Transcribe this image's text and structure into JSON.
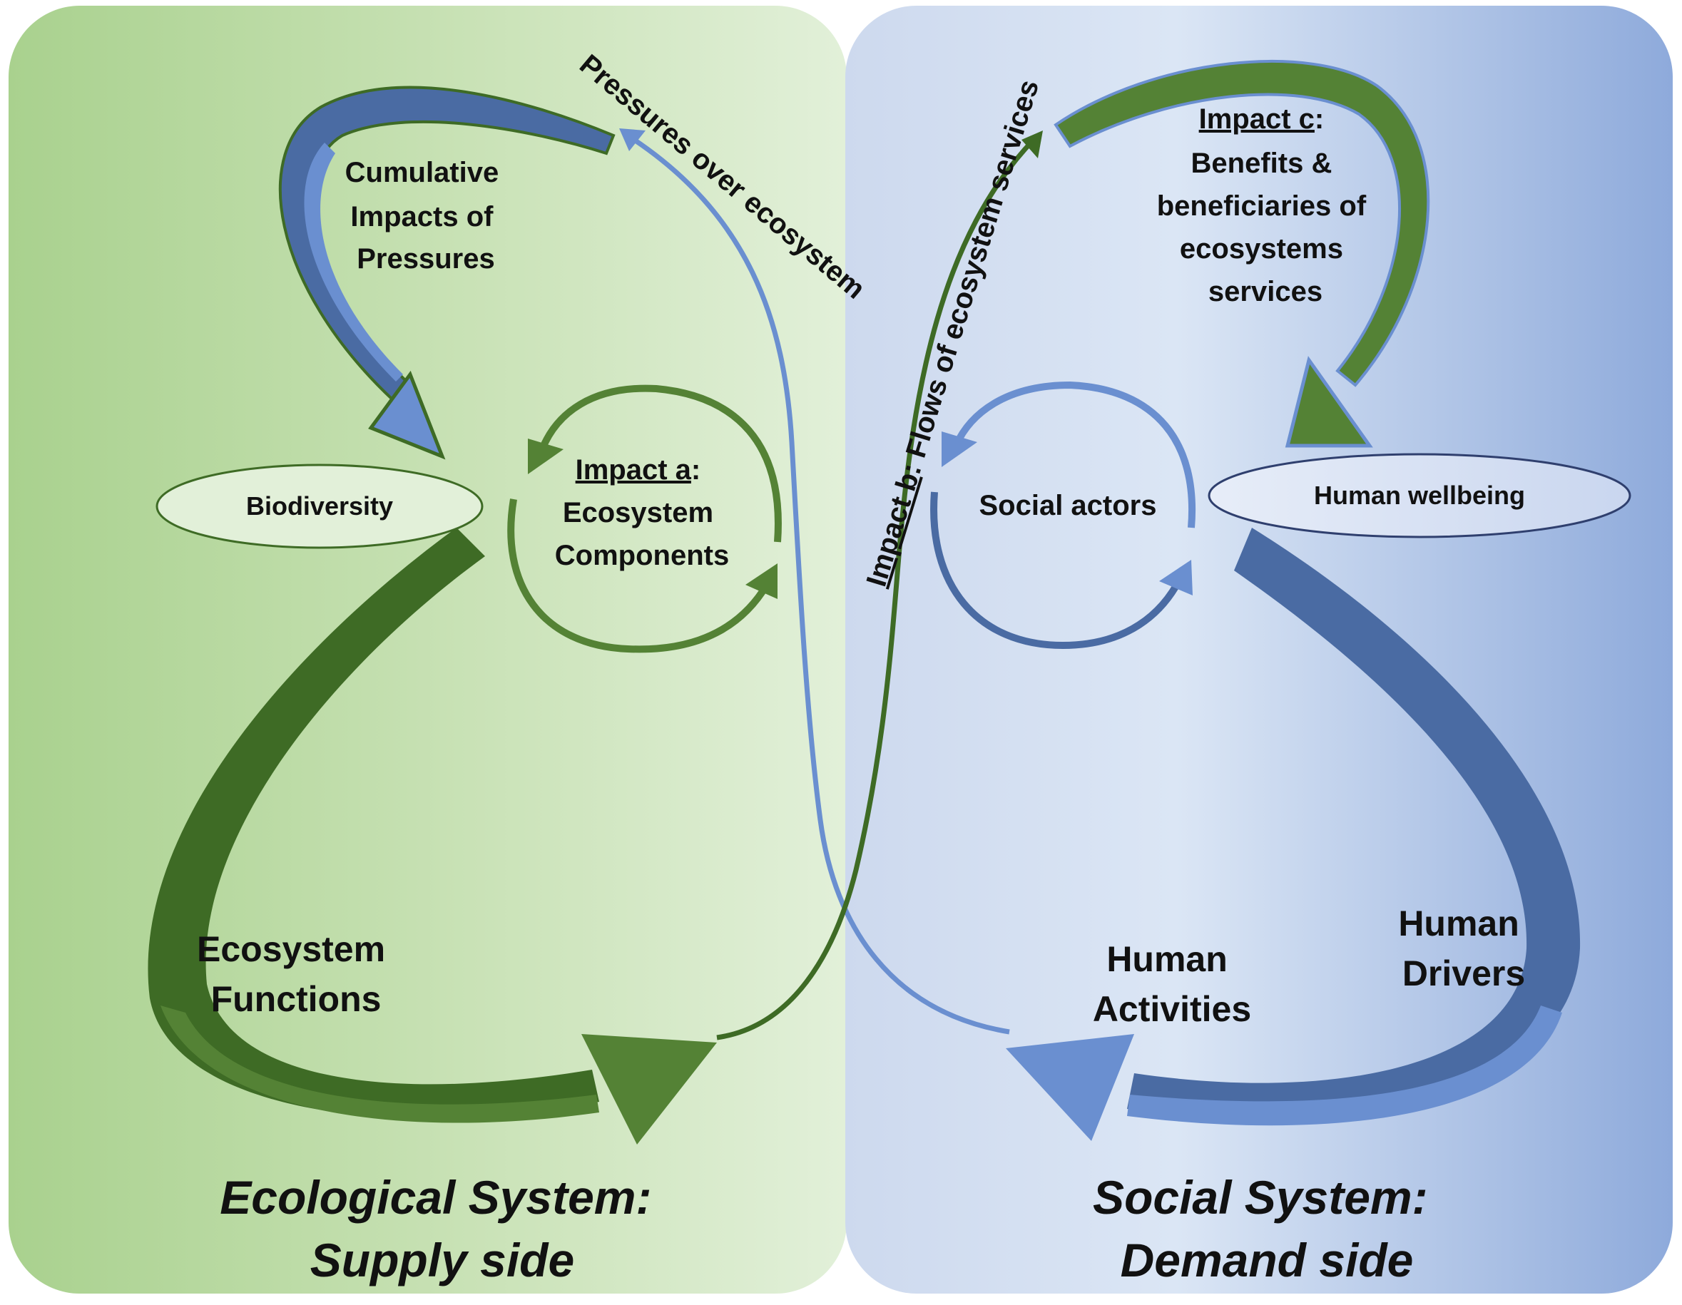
{
  "panels": {
    "left_title_line1": "Ecological System:",
    "left_title_line2": "Supply side",
    "right_title_line1": "Social System:",
    "right_title_line2": "Demand side"
  },
  "nodes": {
    "biodiversity": "Biodiversity",
    "human_wellbeing": "Human wellbeing",
    "social_actors": "Social actors"
  },
  "labels": {
    "cumulative_line1": "Cumulative",
    "cumulative_line2": "Impacts of",
    "cumulative_line3": "Pressures",
    "impact_a_title": "Impact a",
    "impact_a_colon": ":",
    "impact_a_line2": "Ecosystem",
    "impact_a_line3": "Components",
    "impact_c_title": "Impact c",
    "impact_c_colon": ":",
    "impact_c_line2": "Benefits &",
    "impact_c_line3": "beneficiaries of",
    "impact_c_line4": "ecosystems",
    "impact_c_line5": "services",
    "ecosystem_functions_line1": "Ecosystem",
    "ecosystem_functions_line2": "Functions",
    "human_activities_line1": "Human",
    "human_activities_line2": "Activities",
    "human_drivers_line1": "Human",
    "human_drivers_line2": "Drivers",
    "pressures_curve": "Pressures over ecosystem",
    "impact_b_title": "Impact b",
    "impact_b_rest": ": Flows of ecosystem services"
  },
  "colors": {
    "green_dark": "#3e6b25",
    "green_mid": "#548235",
    "green_light": "#a9d18e",
    "blue_dark": "#4a6ba3",
    "blue_mid": "#6a8fd0",
    "blue_light": "#8eaadb",
    "node_fill": "#e2f0d9",
    "node_fill_blue": "#dae3f3"
  }
}
